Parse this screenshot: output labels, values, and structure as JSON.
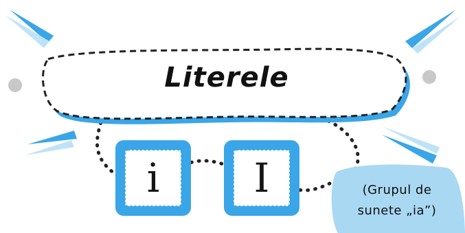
{
  "title": "Literele",
  "letters": {
    "lowercase": "i",
    "uppercase": "I"
  },
  "note": {
    "line1": "(Grupul de",
    "line2": "sunete „ia”)"
  },
  "colors": {
    "accent_blue": "#3AA6E8",
    "light_blue": "#BFE3F6",
    "note_bg": "#A9D8F2",
    "border_dark": "#222222",
    "grey_dot": "#C8C8C8"
  }
}
